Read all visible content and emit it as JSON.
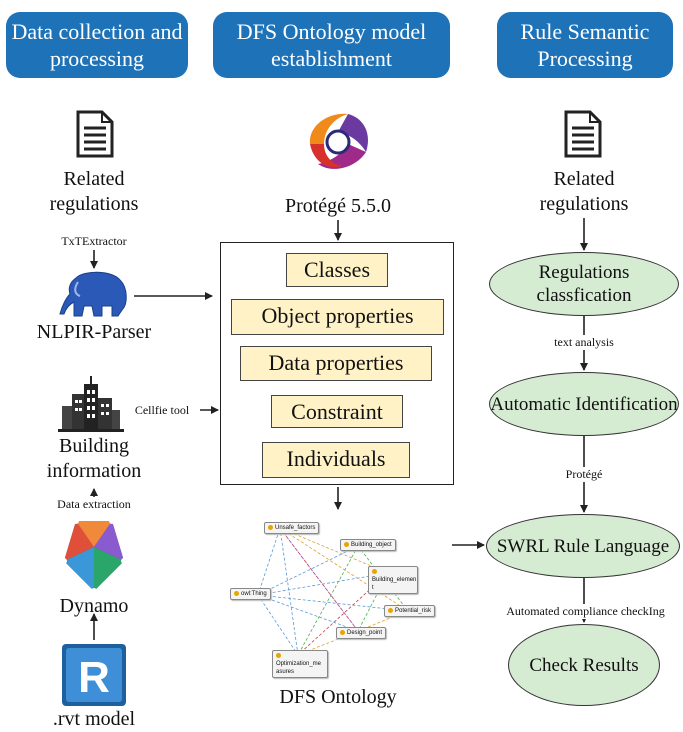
{
  "headers": {
    "left": "Data collection and processing",
    "middle": "DFS Ontology model establishment",
    "right": "Rule Semantic Processing"
  },
  "left": {
    "regulations": "Related regulations",
    "txtextractor": "TxTExtractor",
    "nlpir": "NLPIR-Parser",
    "cellfie": "Cellfie tool",
    "building_info": "Building information",
    "data_extraction": "Data extraction",
    "dynamo": "Dynamo",
    "rvt": ".rvt model"
  },
  "middle": {
    "protege": "Protégé 5.5.0",
    "boxes": [
      "Classes",
      "Object properties",
      "Data properties",
      "Constraint",
      "Individuals"
    ],
    "ontology_label": "DFS Ontology",
    "ontology_nodes": [
      "Unsafe_factors",
      "Building_object",
      "Building_elemen t",
      "owl:Thing",
      "Potential_risk",
      "Design_point",
      "Optimization_me asures"
    ]
  },
  "right": {
    "regulations": "Related regulations",
    "classification": "Regulations classfication",
    "text_analysis": "text analysis",
    "identification": "Automatic Identification",
    "protege": "Protégé",
    "swrl": "SWRL Rule Language",
    "compliance": "Automated compliance checkIng",
    "check": "Check Results"
  },
  "icons": [
    "document-icon",
    "protege-logo-icon",
    "elephant-icon",
    "building-icon",
    "dynamo-icon",
    "revit-icon"
  ],
  "colors": {
    "header": "#1e73b8",
    "box": "#fff2c6",
    "ellipse": "#d5ecd2"
  }
}
